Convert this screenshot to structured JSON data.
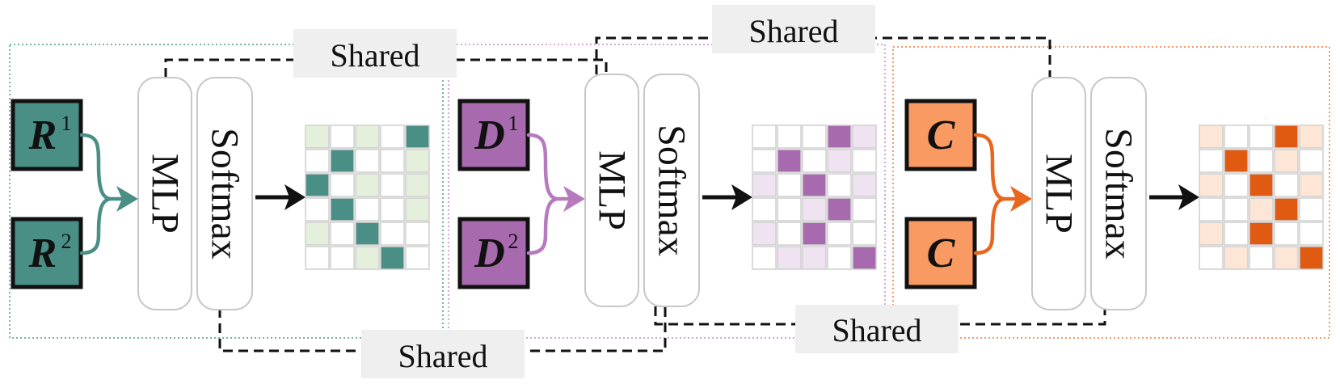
{
  "shared_label": "Shared",
  "mlp_label": "MLP",
  "softmax_label": "Softmax",
  "branches": [
    {
      "id": "r",
      "input_top": {
        "letter": "R",
        "sup": "1"
      },
      "input_bottom": {
        "letter": "R",
        "sup": "2"
      },
      "box_fill": "#4a8f86",
      "brace_color": "#4a8f86",
      "frame_color": "#4a9a8a",
      "cell_light": "#e4f0dc",
      "cell_dark": "#4a8f86",
      "matrix": [
        [
          1,
          0,
          1,
          0,
          2
        ],
        [
          0,
          2,
          0,
          0,
          1
        ],
        [
          2,
          0,
          1,
          0,
          1
        ],
        [
          0,
          2,
          0,
          0,
          1
        ],
        [
          1,
          0,
          2,
          0,
          0
        ],
        [
          0,
          0,
          1,
          2,
          0
        ]
      ]
    },
    {
      "id": "d",
      "input_top": {
        "letter": "D",
        "sup": "1"
      },
      "input_bottom": {
        "letter": "D",
        "sup": "2"
      },
      "box_fill": "#a86aae",
      "brace_color": "#b77abf",
      "frame_color": "#c28acb",
      "cell_light": "#efe2f1",
      "cell_dark": "#a86aae",
      "matrix": [
        [
          0,
          0,
          0,
          2,
          1
        ],
        [
          0,
          2,
          0,
          1,
          0
        ],
        [
          1,
          0,
          2,
          0,
          1
        ],
        [
          0,
          0,
          1,
          2,
          0
        ],
        [
          1,
          0,
          2,
          0,
          0
        ],
        [
          0,
          1,
          1,
          0,
          2
        ]
      ]
    },
    {
      "id": "c",
      "input_top": {
        "letter": "C",
        "sup": ""
      },
      "input_bottom": {
        "letter": "C",
        "sup": ""
      },
      "box_fill": "#f99a62",
      "brace_color": "#e8661e",
      "frame_color": "#ee7a3f",
      "cell_light": "#fde6d6",
      "cell_dark": "#e05a12",
      "matrix": [
        [
          1,
          0,
          0,
          2,
          1
        ],
        [
          0,
          2,
          0,
          1,
          0
        ],
        [
          1,
          0,
          2,
          0,
          1
        ],
        [
          0,
          0,
          1,
          2,
          0
        ],
        [
          1,
          0,
          2,
          0,
          0
        ],
        [
          0,
          1,
          0,
          1,
          2
        ]
      ]
    }
  ]
}
